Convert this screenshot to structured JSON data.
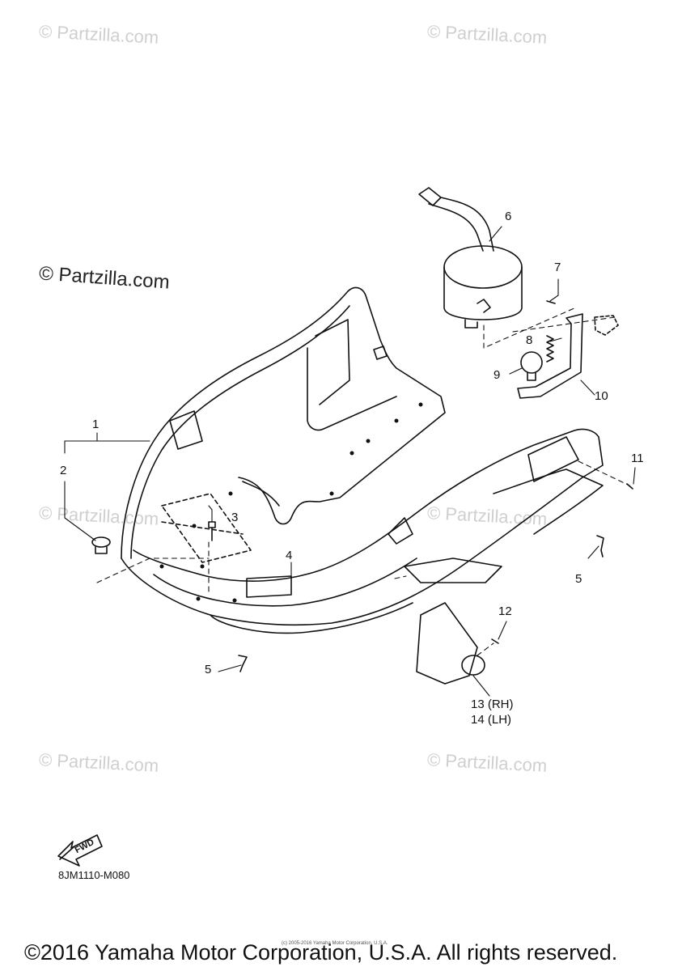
{
  "watermark": {
    "text": "© Partzilla.com",
    "main_text": "© Partzilla.com"
  },
  "callouts": {
    "c1": "1",
    "c2": "2",
    "c3": "3",
    "c4": "4",
    "c5a": "5",
    "c5b": "5",
    "c6": "6",
    "c7": "7",
    "c8": "8",
    "c9": "9",
    "c10": "10",
    "c11": "11",
    "c12": "12",
    "c13": "13 (RH)",
    "c14": "14 (LH)"
  },
  "fwd_label": "FWD",
  "diagram_code": "8JM1110-M080",
  "tiny_copyright": "(c) 2005-2016 Yamaha Motor Corporation, U.S.A.",
  "copyright": "©2016 Yamaha Motor Corporation, U.S.A. All rights reserved."
}
